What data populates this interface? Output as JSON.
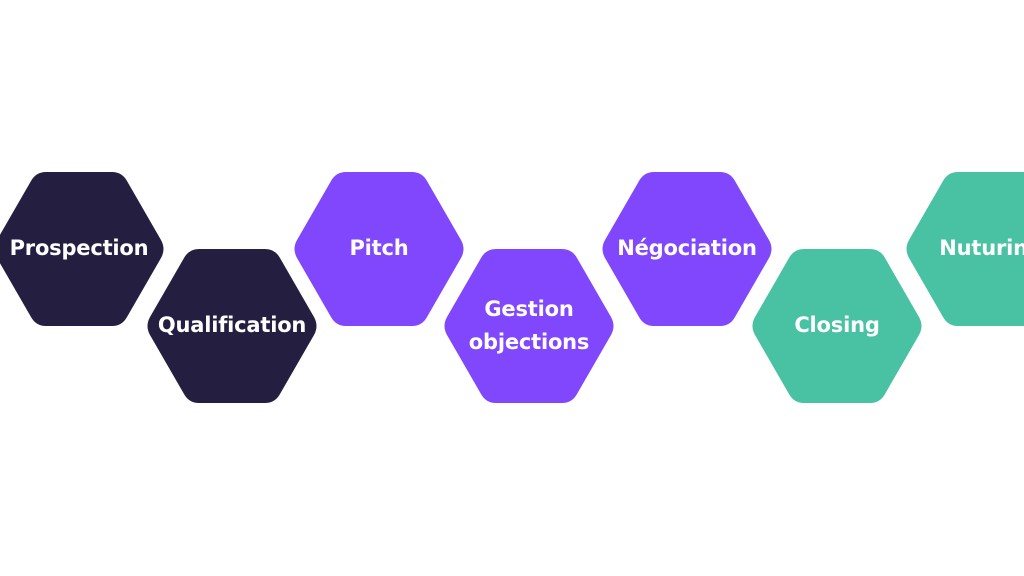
{
  "colors": {
    "dark": "#241f40",
    "purple": "#8047fd",
    "green": "#48c2a3",
    "text": "#ffffff",
    "background": "#ffffff"
  },
  "steps": [
    {
      "label": "Prospection",
      "color": "#241f40"
    },
    {
      "label": "Qualification",
      "color": "#241f40"
    },
    {
      "label": "Pitch",
      "color": "#8047fd"
    },
    {
      "label": "Gestion\nobjections",
      "color": "#8047fd"
    },
    {
      "label": "Négociation",
      "color": "#8047fd"
    },
    {
      "label": "Closing",
      "color": "#48c2a3"
    },
    {
      "label": "Nuturing",
      "color": "#48c2a3"
    }
  ]
}
